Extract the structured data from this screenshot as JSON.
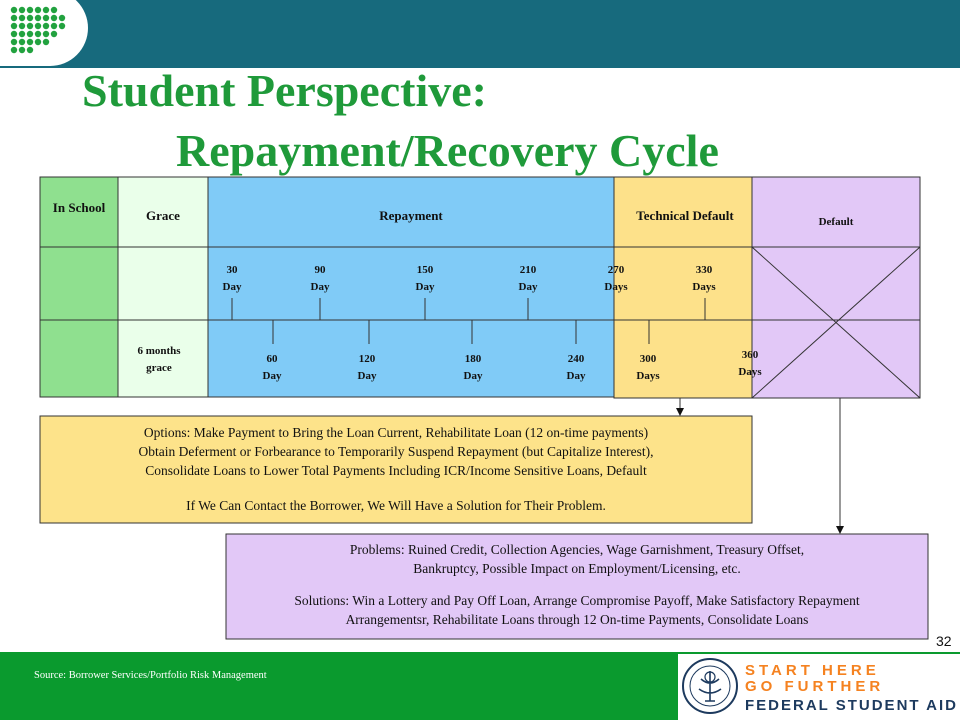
{
  "slide": {
    "title_line1": "Student Perspective:",
    "title_line2": "Repayment/Recovery Cycle",
    "page_number": "32",
    "source": "Source: Borrower Services/Portfolio Risk Management"
  },
  "phases": {
    "in_school": "In School",
    "grace": "Grace",
    "repayment": "Repayment",
    "technical_default": "Technical Default",
    "default": "Default",
    "grace_detail": "6 months grace"
  },
  "days_top": [
    {
      "n": "30",
      "u": "Day"
    },
    {
      "n": "90",
      "u": "Day"
    },
    {
      "n": "150",
      "u": "Day"
    },
    {
      "n": "210",
      "u": "Day"
    },
    {
      "n": "270",
      "u": "Days"
    },
    {
      "n": "330",
      "u": "Days"
    }
  ],
  "days_bottom": [
    {
      "n": "60",
      "u": "Day"
    },
    {
      "n": "120",
      "u": "Day"
    },
    {
      "n": "180",
      "u": "Day"
    },
    {
      "n": "240",
      "u": "Day"
    },
    {
      "n": "300",
      "u": "Days"
    },
    {
      "n": "360",
      "u": "Days"
    }
  ],
  "options_box": {
    "line1": "Options: Make Payment to Bring the Loan Current, Rehabilitate Loan (12 on-time payments)",
    "line2": "Obtain Deferment or Forbearance to Temporarily  Suspend Repayment (but Capitalize Interest),",
    "line3": "Consolidate Loans to Lower Total Payments Including ICR/Income Sensitive Loans, Default",
    "line4": "If We Can Contact the Borrower, We Will Have a Solution for Their Problem."
  },
  "problems_box": {
    "line1": "Problems:  Ruined Credit, Collection Agencies, Wage Garnishment, Treasury Offset,",
    "line2": "Bankruptcy, Possible Impact on Employment/Licensing,  etc.",
    "line3": "Solutions:  Win a Lottery and Pay Off Loan, Arrange Compromise Payoff, Make Satisfactory Repayment",
    "line4": "Arrangementsr, Rehabilitate Loans through 12 On-time Payments, Consolidate Loans"
  },
  "branding": {
    "line1": "START HERE",
    "line2": "GO FURTHER",
    "line3": "FEDERAL STUDENT AID"
  },
  "colors": {
    "header_bar": "#176a7d",
    "footer_bar": "#0a9a2e",
    "title": "#1f9a3a",
    "in_school": "#8fe08f",
    "grace": "#eaffea",
    "repayment": "#80cbf7",
    "technical_default": "#fde18a",
    "default": "#e2c8f7",
    "options_box": "#fde38a",
    "problems_box": "#e2c8f7"
  }
}
